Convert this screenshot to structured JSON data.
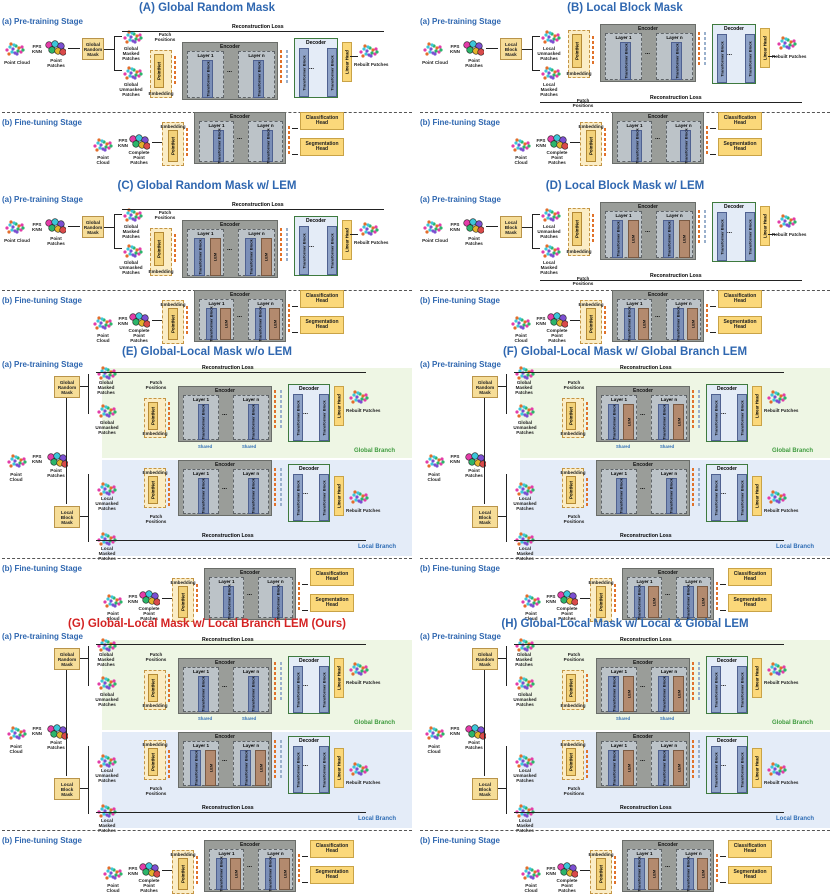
{
  "labels": {
    "pretrain": "(a) Pre-training Stage",
    "finetune": "(b) Fine-tuning Stage",
    "point_cloud": "Point Cloud",
    "fps_knn": "FPS KNN",
    "point_patches": "Point Patches",
    "complete_patches": "Complete Point Patches",
    "embedding": "Embedding",
    "pointnet": "PointNet",
    "encoder": "Encoder",
    "decoder": "Decoder",
    "layer1": "Layer 1",
    "layern": "Layer n",
    "transformer_block": "Transformer Block",
    "lem": "LEM",
    "linear_head": "Linear Head",
    "rebuilt": "Rebuilt Patches",
    "recon": "Reconstruction Loss",
    "cls_head": "Classification Head",
    "seg_head": "Segmentation Head",
    "patch_positions": "Patch Positions",
    "global_random_mask": "Global Random Mask",
    "local_block_mask": "Local Block Mask",
    "global_masked": "Global Masked Patches",
    "global_unmasked": "Global Unmasked Patches",
    "local_unmasked": "Local Unmasked Patches",
    "local_masked": "Local Masked Patches",
    "shared": "Shared",
    "global_branch": "Global Branch",
    "local_branch": "Local Branch",
    "dots": "...",
    "ellipsis": "···"
  },
  "panels": {
    "A": "(A) Global Random Mask",
    "B": "(B) Local Block Mask",
    "C": "(C) Global Random Mask w/ LEM",
    "D": "(D) Local Block Mask w/ LEM",
    "E": "(E) Global-Local Mask w/o LEM",
    "F": "(F) Global-Local Mask w/ Global Branch LEM",
    "G": "(G) Global-Local Mask w/ Local Branch LEM (Ours)",
    "H": "(H) Global-Local Mask w/ Local & Global LEM"
  },
  "colors": {
    "title_blue": "#2f67b0",
    "title_red": "#d42323",
    "encoder_gray": "#9a9d99",
    "transformer_blue": "#7b8fb8",
    "lem_brown": "#b38a6e",
    "head_yellow": "#fbd87a",
    "global_green": "#3f9b3f",
    "local_blue": "#2f6db5"
  }
}
